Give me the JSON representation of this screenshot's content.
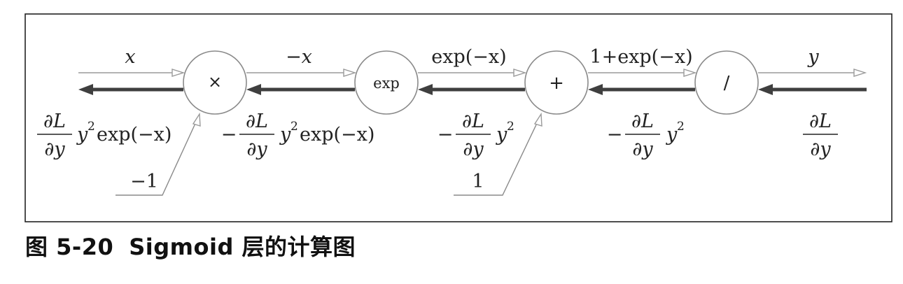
{
  "nodes": {
    "multiply": "×",
    "exp": "exp",
    "add": "+",
    "divide": "/"
  },
  "forward": {
    "x": "x",
    "neg_x": "−x",
    "exp_neg_x": "exp(−x)",
    "one_plus_exp": "1+exp(−x)",
    "y": "y"
  },
  "backward": {
    "grad_top": "∂L",
    "grad_bottom": "∂y",
    "minus": "−",
    "y_sq": "y",
    "sq": "2",
    "exp_neg_x": "exp(−x)"
  },
  "constants": {
    "minus_one": "−1",
    "one": "1"
  },
  "caption": {
    "number": "图 5-20",
    "title": "Sigmoid 层的计算图"
  },
  "icons": {
    "forward_arrow": "hollow-arrowhead",
    "backward_arrow": "solid-arrowhead"
  },
  "colors": {
    "forward": "#9a9a9a",
    "backward": "#3f3f3f"
  }
}
